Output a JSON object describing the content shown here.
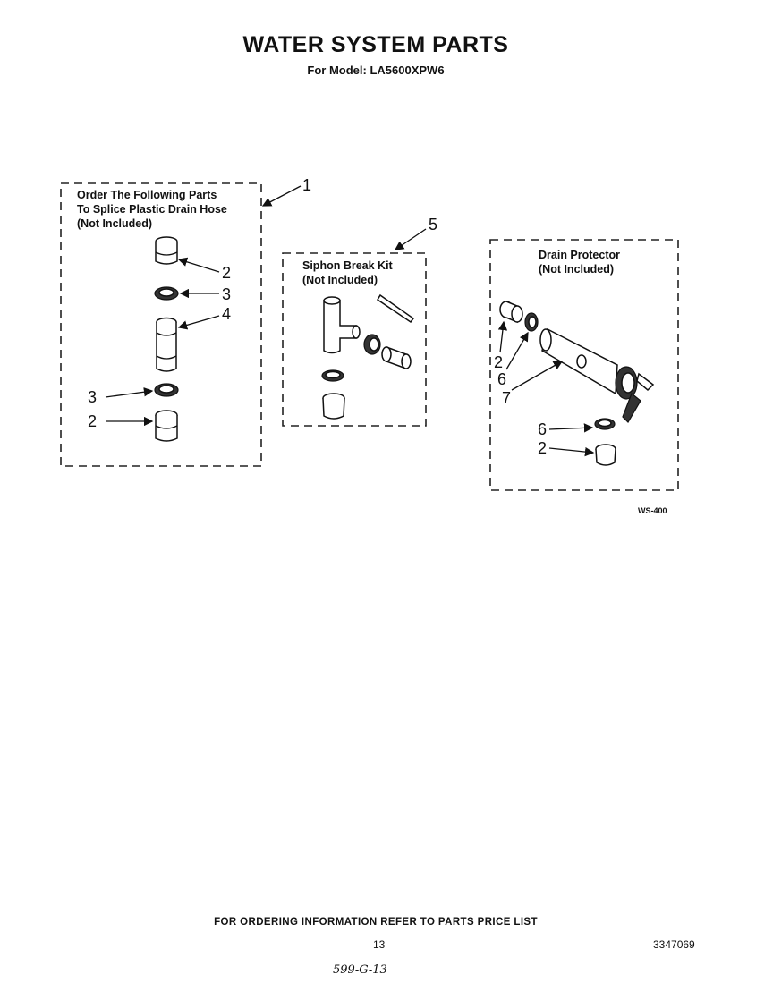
{
  "header": {
    "title": "WATER SYSTEM PARTS",
    "subtitle": "For Model: LA5600XPW6"
  },
  "boxes": {
    "splice": {
      "line1": "Order The Following Parts",
      "line2": "To Splice Plastic Drain Hose",
      "line3": "(Not Included)"
    },
    "siphon": {
      "line1": "Siphon Break Kit",
      "line2": "(Not Included)"
    },
    "drain": {
      "line1": "Drain Protector",
      "line2": "(Not Included)"
    }
  },
  "callouts": {
    "c1": "1",
    "c2a": "2",
    "c3a": "3",
    "c4": "4",
    "c3b": "3",
    "c2b": "2",
    "c5": "5",
    "c2c": "2",
    "c6a": "6",
    "c7": "7",
    "c6b": "6",
    "c2d": "2"
  },
  "figure_code": "WS-400",
  "footer": {
    "ordering": "FOR ORDERING INFORMATION REFER TO PARTS PRICE LIST",
    "page_number": "13",
    "doc_number": "3347069",
    "handwritten": "599-G-13"
  }
}
